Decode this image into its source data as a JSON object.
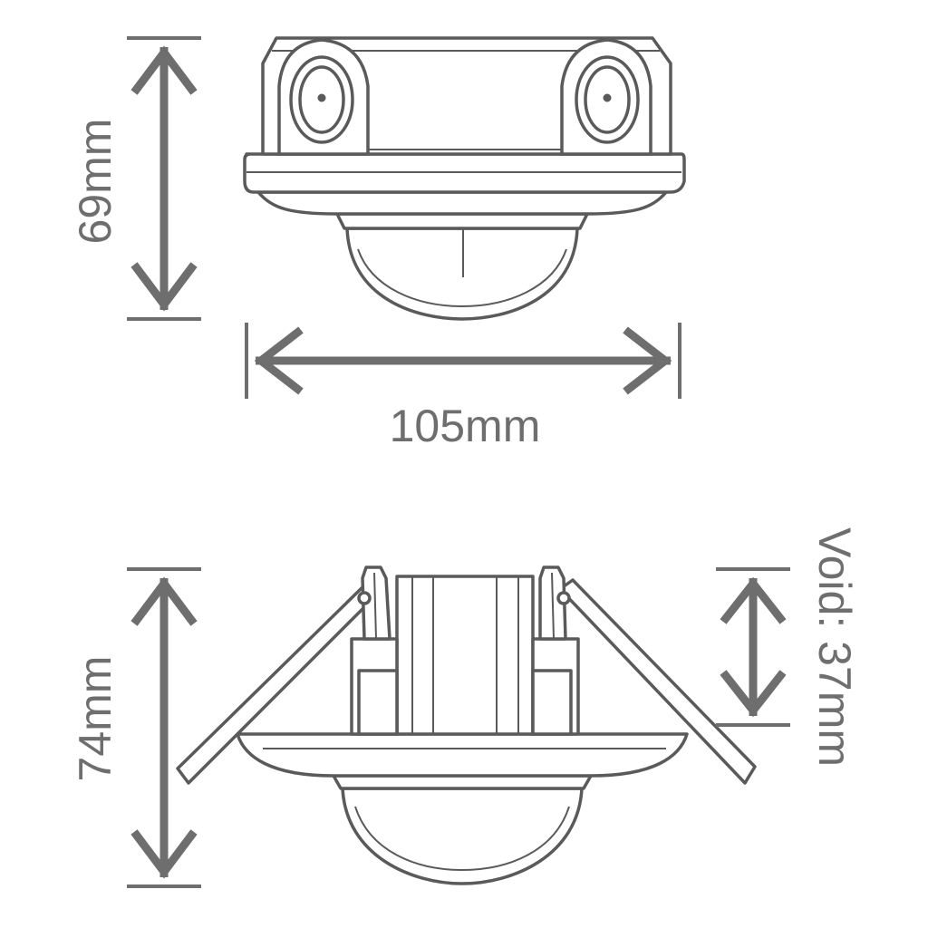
{
  "colors": {
    "background": "#ffffff",
    "outline": "#5a5a5a",
    "dimension": "#6e6e6e"
  },
  "dimensions": {
    "surface_height": "69mm",
    "width": "105mm",
    "recessed_height": "74mm",
    "void": "Void: 37mm"
  },
  "icons": {
    "dimension_arrow": "double-headed-arrow"
  }
}
